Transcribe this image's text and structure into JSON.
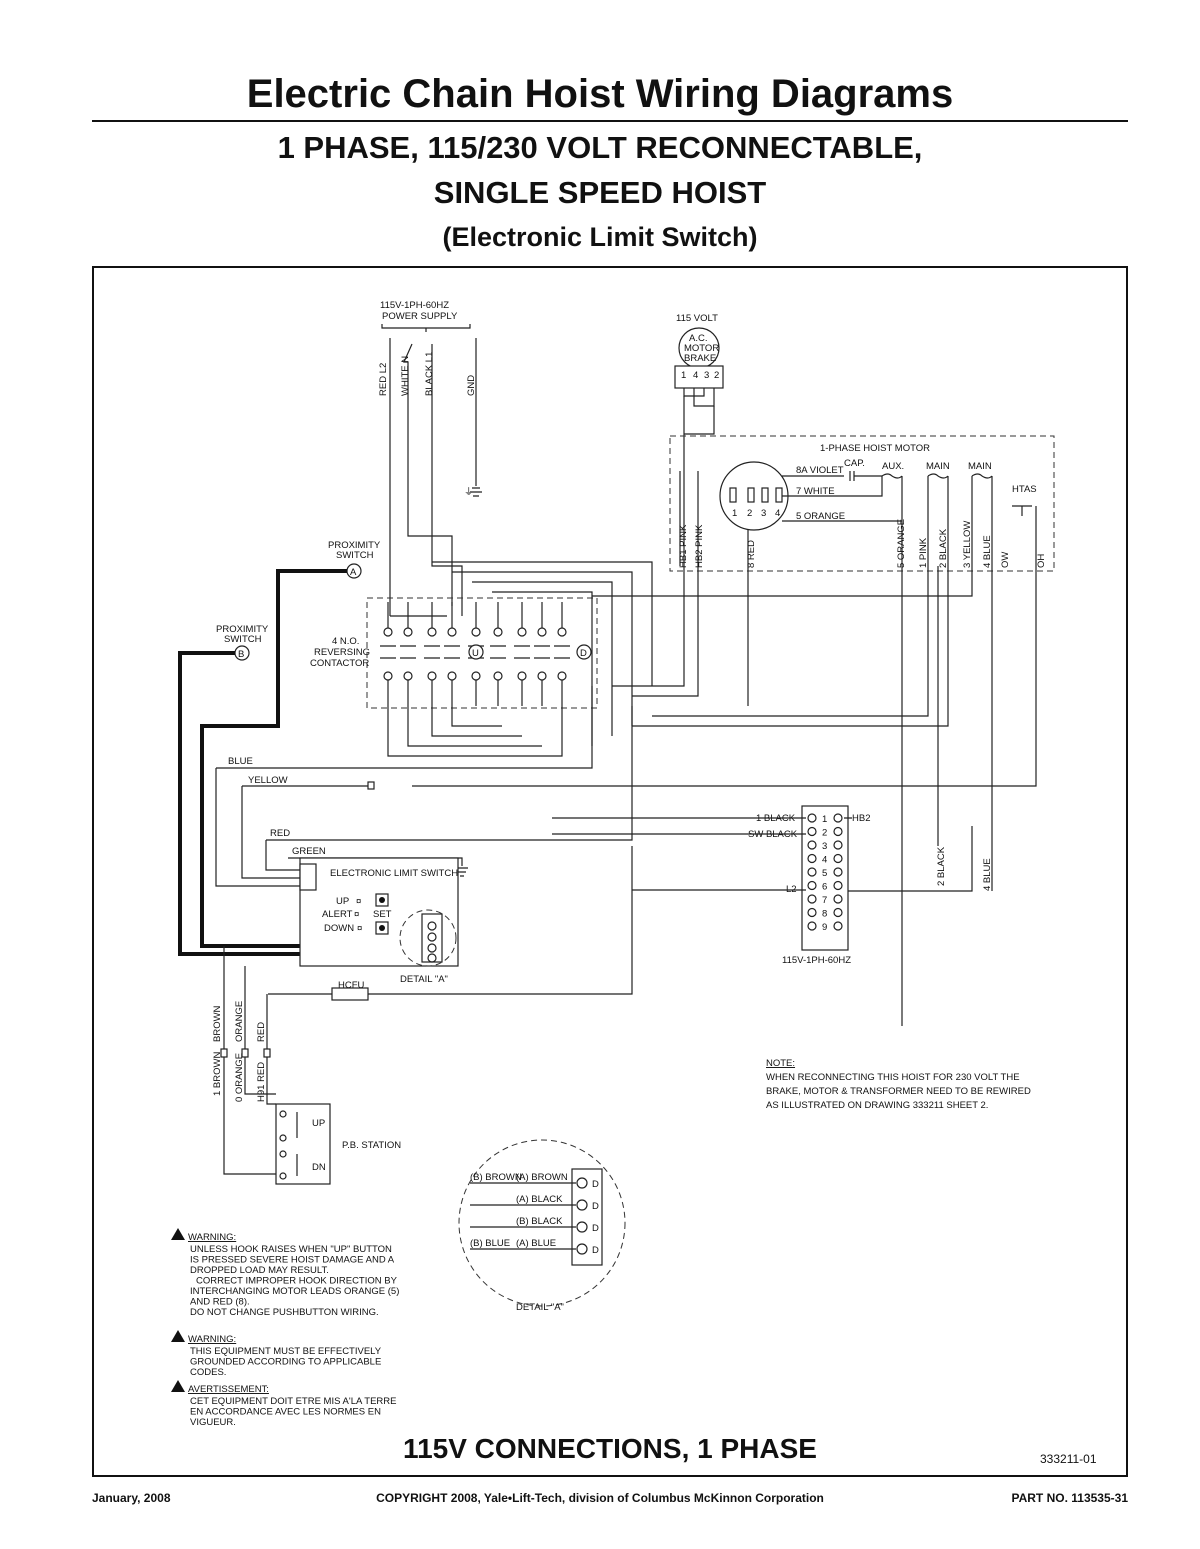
{
  "header": {
    "title": "Electric Chain Hoist Wiring Diagrams",
    "subtitle_line1": "1 PHASE, 115/230 VOLT RECONNECTABLE,",
    "subtitle_line2": "SINGLE SPEED HOIST",
    "subtitle_line3": "(Electronic Limit Switch)"
  },
  "power_supply": {
    "label_line1": "115V-1PH-60HZ",
    "label_line2": "POWER SUPPLY",
    "wires": [
      "RED L2",
      "WHITE N",
      "BLACK L1",
      "GND"
    ]
  },
  "brake": {
    "voltage": "115 VOLT",
    "label_line1": "A.C.",
    "label_line2": "MOTOR",
    "label_line3": "BRAKE",
    "terminals": [
      "1",
      "4",
      "3",
      "2"
    ]
  },
  "motor": {
    "title": "1-PHASE HOIST MOTOR",
    "cap": "CAP.",
    "aux": "AUX.",
    "main1": "MAIN",
    "main2": "MAIN",
    "htas": "HTAS",
    "plug_pins": [
      "1",
      "2",
      "3",
      "4"
    ],
    "leads": [
      "8A VIOLET",
      "7 WHITE",
      "5 ORANGE"
    ],
    "bottom_leads": [
      "HB1 PINK",
      "HB2 PINK",
      "8 RED",
      "5 ORANGE",
      "1 PINK",
      "2 BLACK",
      "3 YELLOW",
      "4 BLUE",
      "OW",
      "OH"
    ]
  },
  "proximity": {
    "a_label_1": "PROXIMITY",
    "a_label_2": "SWITCH",
    "a_id": "A",
    "b_label_1": "PROXIMITY",
    "b_label_2": "SWITCH",
    "b_id": "B"
  },
  "contactor": {
    "label_line1": "4 N.O.",
    "label_line2": "REVERSING",
    "label_line3": "CONTACTOR",
    "u": "U",
    "d": "D"
  },
  "wire_labels": {
    "blue": "BLUE",
    "yellow": "YELLOW",
    "red": "RED",
    "green": "GREEN",
    "hcfu": "HCFU",
    "two_black": "2 BLACK",
    "four_blue": "4 BLUE"
  },
  "terminal_block": {
    "left_labels": [
      "1 BLACK",
      "SW BLACK",
      "L2"
    ],
    "right_label": "HB2",
    "numbers": [
      "1",
      "2",
      "3",
      "4",
      "5",
      "6",
      "7",
      "8",
      "9"
    ],
    "supply": "115V-1PH-60HZ"
  },
  "limit_switch": {
    "title": "ELECTRONIC LIMIT SWITCH",
    "up": "UP",
    "alert": "ALERT",
    "down": "DOWN",
    "set": "SET",
    "detail": "DETAIL \"A\""
  },
  "pendant": {
    "wires": [
      "1 BROWN",
      "0 ORANGE",
      "H91 RED"
    ],
    "top_wires": [
      "BROWN",
      "ORANGE",
      "RED"
    ],
    "station": "P.B. STATION",
    "up": "UP",
    "dn": "DN"
  },
  "note": {
    "title": "NOTE:",
    "line1": "WHEN RECONNECTING THIS HOIST FOR 230 VOLT THE",
    "line2": "BRAKE, MOTOR & TRANSFORMER NEED TO BE REWIRED",
    "line3": "AS ILLUSTRATED ON DRAWING 333211 SHEET 2."
  },
  "detail_a": {
    "rows": [
      {
        "left": "(B) BROWN",
        "right": "(A) BROWN",
        "term": "D"
      },
      {
        "left": "",
        "right": "(A) BLACK",
        "term": "D"
      },
      {
        "left": "",
        "right": "(B) BLACK",
        "term": "D"
      },
      {
        "left": "(B) BLUE",
        "right": "(A) BLUE",
        "term": "D"
      }
    ],
    "caption": "DETAIL \"A\""
  },
  "warnings": {
    "w1_title": "WARNING:",
    "w1_lines": [
      "UNLESS HOOK RAISES WHEN \"UP\" BUTTON",
      "IS PRESSED SEVERE HOIST DAMAGE AND A",
      "DROPPED LOAD MAY RESULT.",
      "CORRECT IMPROPER HOOK DIRECTION BY",
      "INTERCHANGING MOTOR LEADS ORANGE (5)",
      "AND RED (8).",
      "DO NOT CHANGE PUSHBUTTON WIRING."
    ],
    "w2_title": "WARNING:",
    "w2_lines": [
      "THIS EQUIPMENT MUST BE EFFECTIVELY",
      "GROUNDED ACCORDING TO APPLICABLE",
      "CODES."
    ],
    "w3_title": "AVERTISSEMENT:",
    "w3_lines": [
      "CET EQUIPMENT DOIT ETRE MIS A'LA TERRE",
      "EN ACCORDANCE AVEC LES NORMES EN",
      "VIGUEUR."
    ]
  },
  "bottom_title": "115V CONNECTIONS, 1 PHASE",
  "sheet_number": "333211-01",
  "footer": {
    "date": "January, 2008",
    "copyright": "COPYRIGHT 2008, Yale•Lift-Tech, division of Columbus McKinnon Corporation",
    "part": "PART NO. 113535-31"
  }
}
